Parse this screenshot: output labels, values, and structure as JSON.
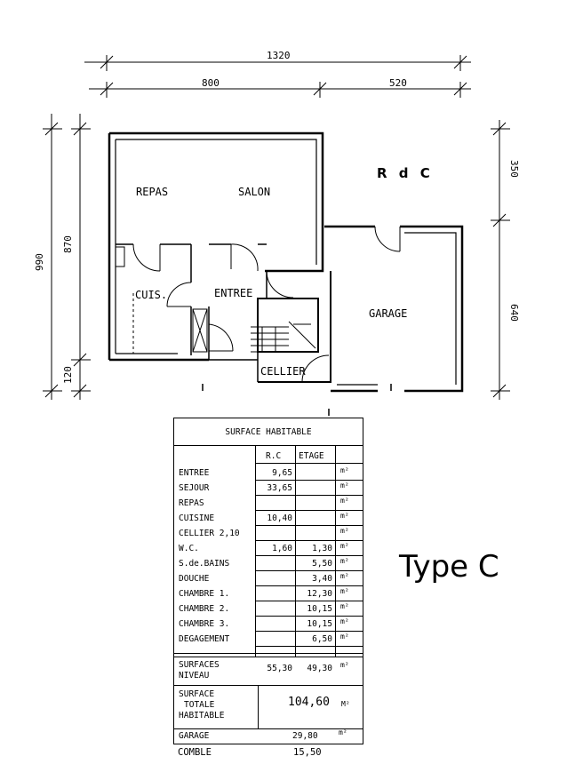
{
  "plan": {
    "level_label": "R d C",
    "dimensions": {
      "total_width": "1320",
      "house_width": "800",
      "garage_width": "520",
      "total_depth": "990",
      "house_depth": "870",
      "step": "120",
      "garage_back": "350",
      "garage_depth": "640"
    },
    "rooms": {
      "repas": "REPAS",
      "salon": "SALON",
      "cuisine": "CUIS.",
      "entree": "ENTREE",
      "garage": "GARAGE",
      "cellier": "CELLIER"
    }
  },
  "type_label": "Type C",
  "table": {
    "title": "SURFACE HABITABLE",
    "col_rc": "R.C",
    "col_etage": "ETAGE",
    "unit": "m²",
    "rows": [
      {
        "label": "ENTREE",
        "rc": "9,65",
        "etage": ""
      },
      {
        "label": "SEJOUR",
        "rc": "33,65",
        "etage": ""
      },
      {
        "label": "REPAS",
        "rc": "",
        "etage": ""
      },
      {
        "label": "CUISINE",
        "rc": "10,40",
        "etage": ""
      },
      {
        "label": "CELLIER  2,10",
        "rc": "",
        "etage": ""
      },
      {
        "label": "W.C.",
        "rc": "1,60",
        "etage": "1,30"
      },
      {
        "label": "S.de.BAINS",
        "rc": "",
        "etage": "5,50"
      },
      {
        "label": "DOUCHE",
        "rc": "",
        "etage": "3,40"
      },
      {
        "label": "CHAMBRE 1.",
        "rc": "",
        "etage": "12,30"
      },
      {
        "label": "CHAMBRE 2.",
        "rc": "",
        "etage": "10,15"
      },
      {
        "label": "CHAMBRE 3.",
        "rc": "",
        "etage": "10,15"
      },
      {
        "label": "DEGAGEMENT",
        "rc": "",
        "etage": "6,50"
      }
    ],
    "niveau_label_1": "SURFACES",
    "niveau_label_2": "NIVEAU",
    "niveau_rc": "55,30",
    "niveau_etage": "49,30",
    "totale_label_1": "SURFACE",
    "totale_label_2": "TOTALE",
    "totale_label_3": "HABITABLE",
    "totale_value": "104,60",
    "totale_unit": "M²",
    "garage_label": "GARAGE",
    "garage_value": "29,80",
    "garage_unit": "m²"
  },
  "comble": {
    "label": "COMBLE",
    "value": "15,50"
  }
}
